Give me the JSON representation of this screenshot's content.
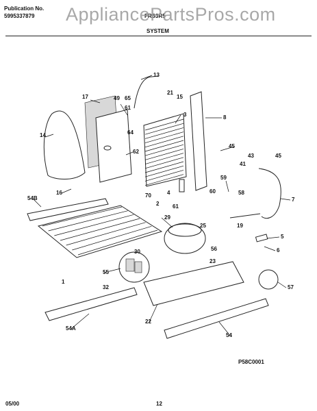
{
  "header": {
    "publication_label": "Publication No.",
    "publication_number": "5995337879",
    "model": "FRS3R5",
    "section_title": "SYSTEM"
  },
  "watermark": "AppliancePartsPros.com",
  "callouts": [
    "13",
    "17",
    "49",
    "65",
    "21",
    "15",
    "61",
    "3",
    "8",
    "14",
    "64",
    "62",
    "45",
    "43",
    "41",
    "45",
    "59",
    "16",
    "4",
    "60",
    "58",
    "7",
    "54B",
    "70",
    "2",
    "61",
    "29",
    "19",
    "25",
    "5",
    "56",
    "6",
    "30",
    "23",
    "55",
    "32",
    "57",
    "1",
    "22",
    "54A",
    "54"
  ],
  "diagram_code": "P58C0001",
  "footer": {
    "date": "05/00",
    "page": "12"
  }
}
